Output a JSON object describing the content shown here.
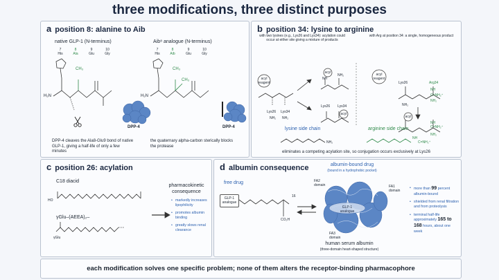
{
  "title": "three modifications, three distinct purposes",
  "panel_a": {
    "letter": "a",
    "heading": "position 8: alanine to Aib",
    "native_label": "native GLP-1 (N-terminus)",
    "analogue_label": "Aib⁸ analogue (N-terminus)",
    "native_residues": [
      {
        "num": "7",
        "name": "His"
      },
      {
        "num": "8",
        "name": "Ala"
      },
      {
        "num": "9",
        "name": "Glu"
      },
      {
        "num": "10",
        "name": "Gly"
      }
    ],
    "analogue_residues": [
      {
        "num": "7",
        "name": "His"
      },
      {
        "num": "8",
        "name": "Aib"
      },
      {
        "num": "9",
        "name": "Glu"
      },
      {
        "num": "10",
        "name": "Gly"
      }
    ],
    "ch3": "CH₃",
    "h2n": "H₂N",
    "enzyme": "DPP-4",
    "native_caption": "DPP-4 cleaves the Ala8-Glu9 bond of native GLP-1, giving a half-life of only a few minutes",
    "analogue_caption": "the quaternary alpha-carbon sterically blocks the protease"
  },
  "panel_b": {
    "letter": "b",
    "heading": "position 34: lysine to arginine",
    "left_note": "with two lysines (e.g., Lys26 and Lys34): acylation could occur at either site giving a mixture of products",
    "right_note": "with Arg at position 34: a single, homogeneous product",
    "acyl_reagent": "acyl reagent",
    "acyl": "acyl",
    "lys26": "Lys26",
    "lys34": "Lys34",
    "arg34": "Arg34",
    "nh2": "NH₂",
    "nh": "NH",
    "nh2plus": "NH₂⁺",
    "cnh": "C=NH₂⁺",
    "lysine_label": "lysine side chain",
    "arginine_label": "arginine side chain",
    "footer": "eliminates a competing acylation site, so conjugation occurs exclusively at Lys26"
  },
  "panel_c": {
    "letter": "c",
    "heading": "position 26: acylation",
    "diacid_label": "C18 diacid",
    "linker_label": "γGlu–(AEEA)₂–",
    "gglu": "γGlu",
    "ho": "HO",
    "pk_title": "pharmacokinetic consequence",
    "bullets": [
      "markedly increases lipophilicity",
      "promotes albumin binding",
      "greatly slows renal clearance"
    ]
  },
  "panel_d": {
    "letter": "d",
    "heading": "albumin consequence",
    "free_drug": "free drug",
    "glp1_analogue": "GLP-1 analogue",
    "bound_title": "albumin-bound drug",
    "bound_sub": "(bound in a hydrophobic pocket)",
    "fa1": "FA1 domain",
    "fa2": "FA2 domain",
    "fa3": "FA3 domain",
    "hsa": "human serum albumin",
    "hsa_sub": "(three-domain heart-shaped structure)",
    "co2h": "CO₂H",
    "sub16": "16",
    "bullet1_pre": "more than ",
    "bullet1_num": "99",
    "bullet1_post": " percent albumin-bound",
    "bullet2": "shielded from renal filtration and from proteolysis",
    "bullet3_pre": "terminal half-life approximately ",
    "bullet3_num": "165 to 168",
    "bullet3_post": " hours, about one week"
  },
  "footer": "each modification solves one specific problem; none of them alters the receptor-binding pharmacophore",
  "colors": {
    "green": "#2f8a4a",
    "blue": "#2a5fae",
    "protein": "#5b86c5"
  }
}
